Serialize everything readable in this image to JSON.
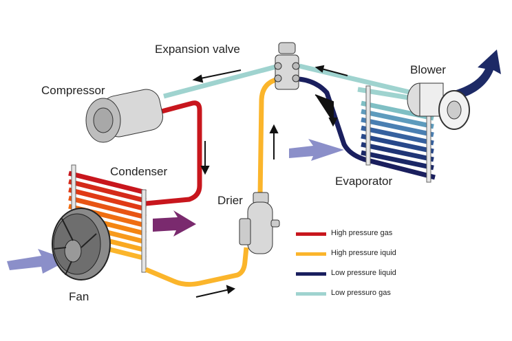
{
  "title": "Car air conditioning refrigerant cycle",
  "colors": {
    "high_pressure_gas": "#c8161d",
    "high_pressure_liquid": "#fbb52b",
    "low_pressure_liquid": "#1a1f5e",
    "low_pressure_gas": "#9fd3cf",
    "airflow_in": "#8b8fc9",
    "airflow_hot": "#7a2a6e",
    "airflow_cool": "#1d2a66"
  },
  "components": {
    "expansion_valve": "Expansion valve",
    "compressor": "Compressor",
    "condenser": "Condenser",
    "fan": "Fan",
    "drier": "Drier",
    "evaporator": "Evaporator",
    "blower": "Blower"
  },
  "legend": [
    {
      "label": "High pressure gas",
      "key": "high_pressure_gas"
    },
    {
      "label": "High pressure iquid",
      "key": "high_pressure_liquid"
    },
    {
      "label": "Low pressure liquid",
      "key": "low_pressure_liquid"
    },
    {
      "label": "Low pressuro gas",
      "key": "low_pressure_gas"
    }
  ]
}
